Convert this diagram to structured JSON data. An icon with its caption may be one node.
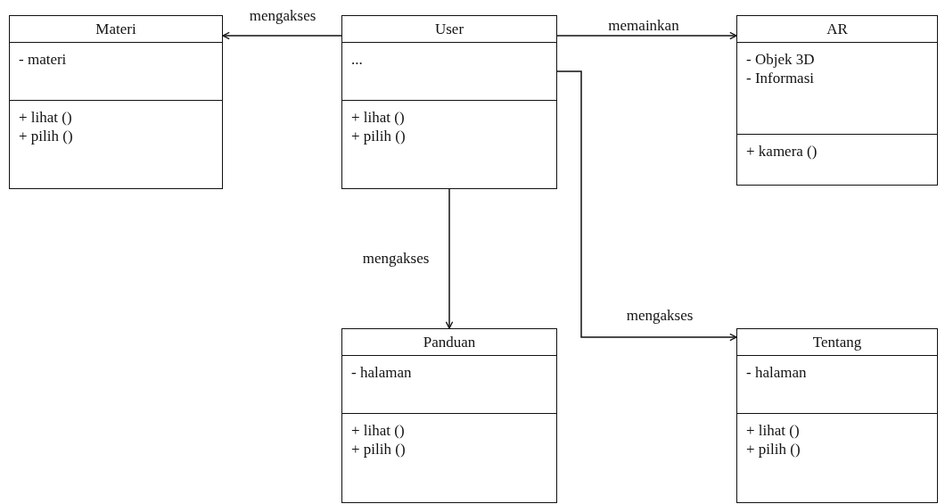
{
  "diagram": {
    "nodes": [
      {
        "text": [
          "Materi",
          "- materi",
          "+ lihat ()",
          "+ pilih ()"
        ]
      },
      {
        "text": [
          "User",
          "...",
          "+ lihat ()",
          "+ pilih ()"
        ]
      },
      {
        "text": [
          "AR",
          "- Objek 3D",
          "- Informasi",
          "+ kamera ()"
        ]
      },
      {
        "text": [
          "Panduan",
          "- halaman",
          "+ lihat ()",
          "+ pilih ()"
        ]
      },
      {
        "text": [
          "Tentang",
          "- halaman",
          "+ lihat ()",
          "+ pilih ()"
        ]
      }
    ],
    "edges": [
      {
        "from": 1,
        "to": 0,
        "arrow": "to",
        "label": "mengakses"
      },
      {
        "from": 1,
        "to": 2,
        "arrow": "to",
        "label": "memainkan"
      },
      {
        "from": 1,
        "to": 3,
        "arrow": "to",
        "label": "mengakses"
      },
      {
        "from": 1,
        "to": 4,
        "arrow": "to",
        "label": "mengakses"
      }
    ]
  }
}
